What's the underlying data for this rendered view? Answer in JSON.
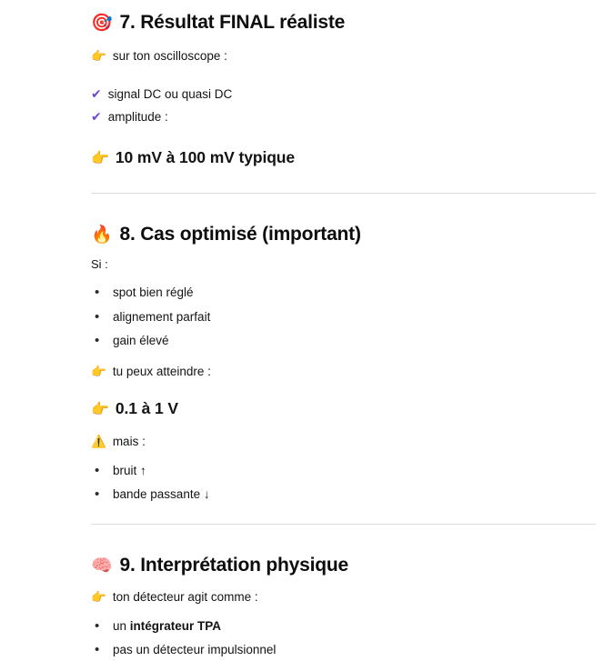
{
  "document": {
    "background_color": "#ffffff",
    "text_color": "#0d0d0d",
    "accent_check_color": "#6c4ad0",
    "divider_color": "#dcdcdc"
  },
  "sections": [
    {
      "id": "section-7",
      "emoji": "🎯",
      "emoji_name": "dart-target-emoji",
      "heading": "7. Résultat FINAL réaliste",
      "intro": {
        "emoji": "👉",
        "emoji_name": "pointing-right-hand-emoji",
        "text": "sur ton oscilloscope :"
      },
      "checks": [
        {
          "mark": "✔",
          "text": "signal DC ou quasi DC"
        },
        {
          "mark": "✔",
          "text": "amplitude :"
        }
      ],
      "highlight": {
        "emoji": "👉",
        "emoji_name": "pointing-right-hand-emoji",
        "text": "10 mV à 100 mV typique"
      }
    },
    {
      "id": "section-8",
      "emoji": "🔥",
      "emoji_name": "fire-emoji",
      "heading": "8. Cas optimisé (important)",
      "lead": "Si :",
      "bullets": [
        "spot bien réglé",
        "alignement parfait",
        "gain élevé"
      ],
      "intro": {
        "emoji": "👉",
        "emoji_name": "pointing-right-hand-emoji",
        "text": "tu peux atteindre :"
      },
      "highlight": {
        "emoji": "👉",
        "emoji_name": "pointing-right-hand-emoji",
        "text": "0.1 à 1 V"
      },
      "warning": {
        "emoji": "⚠️",
        "emoji_name": "warning-triangle-emoji",
        "text": "mais :"
      },
      "warning_bullets": [
        "bruit ↑",
        "bande passante ↓"
      ]
    },
    {
      "id": "section-9",
      "emoji": "🧠",
      "emoji_name": "brain-emoji",
      "heading": "9. Interprétation physique",
      "intro": {
        "emoji": "👉",
        "emoji_name": "pointing-right-hand-emoji",
        "text": "ton détecteur agit comme :"
      },
      "bullets": [
        {
          "prefix": "un ",
          "bold": "intégrateur TPA",
          "suffix": ""
        },
        {
          "prefix": "pas un détecteur impulsionnel",
          "bold": "",
          "suffix": ""
        }
      ]
    }
  ]
}
